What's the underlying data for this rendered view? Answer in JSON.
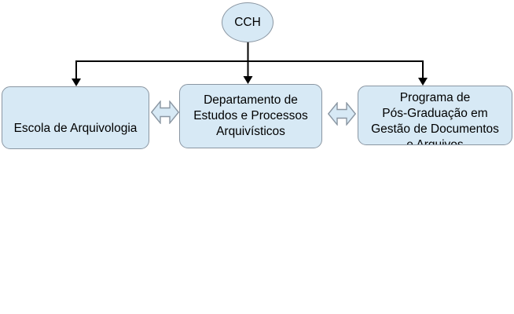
{
  "diagram": {
    "type": "org-chart",
    "root": {
      "label": "CCH"
    },
    "boxes": [
      {
        "lines": [
          "Escola de Arquivologia"
        ]
      },
      {
        "lines": [
          "Departamento de",
          "Estudos e Processos",
          "Arquivísticos"
        ]
      },
      {
        "lines": [
          "Programa de",
          "Pós-Graduação em",
          "Gestão de Documentos",
          "e Arquivos"
        ],
        "last_line_clipped": true
      }
    ],
    "relations": {
      "hierarchy": "CCH connects down to all three boxes with arrow connectors",
      "lateral": "double-headed arrows between adjacent boxes"
    }
  },
  "colors": {
    "node_fill": "#d7e9f5",
    "node_border": "#8a96a2",
    "connector_line": "#000000",
    "text": "#000000",
    "background": "#ffffff"
  }
}
